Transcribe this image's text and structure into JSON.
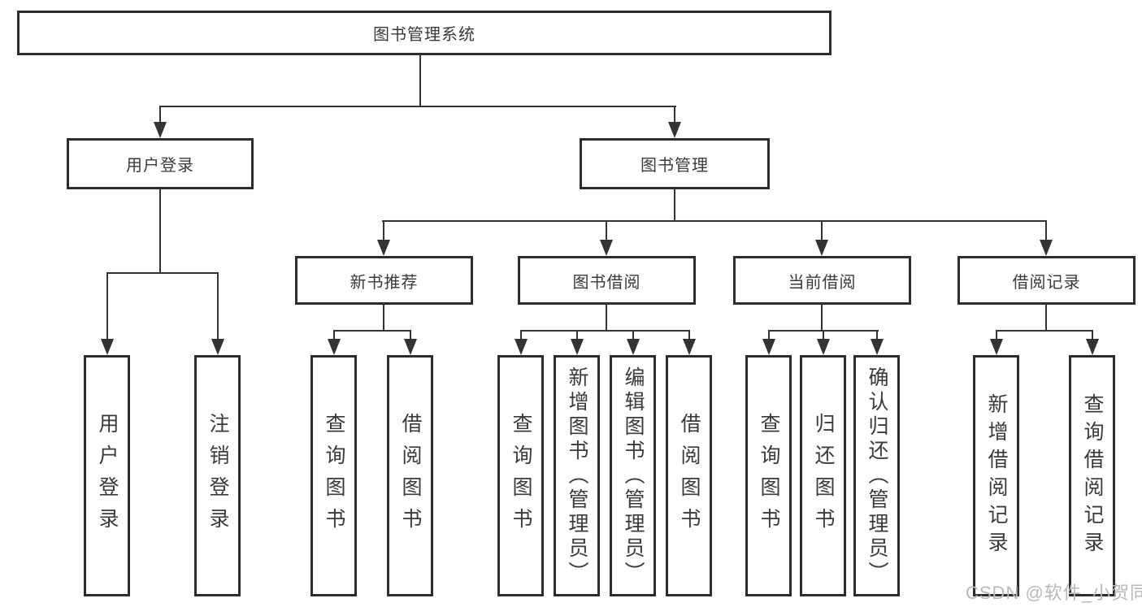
{
  "page": {
    "watermark": "CSDN @软件_小贺同学",
    "background_color": "#ffffff"
  },
  "colors": {
    "box_border": "#2d2d2d",
    "connector_line": "#333333",
    "text": "#3a3a3a",
    "watermark_text": "#b9b9b9"
  },
  "tree": {
    "root": {
      "label": "图书管理系统",
      "children": [
        {
          "label": "用户登录",
          "children": [
            {
              "label": "用户登录"
            },
            {
              "label": "注销登录"
            }
          ]
        },
        {
          "label": "图书管理",
          "children": [
            {
              "label": "新书推荐",
              "children": [
                {
                  "label": "查询图书"
                },
                {
                  "label": "借阅图书"
                }
              ]
            },
            {
              "label": "图书借阅",
              "children": [
                {
                  "label": "查询图书"
                },
                {
                  "label": "新增图书（管理员）"
                },
                {
                  "label": "编辑图书（管理员）"
                },
                {
                  "label": "借阅图书"
                }
              ]
            },
            {
              "label": "当前借阅",
              "children": [
                {
                  "label": "查询图书"
                },
                {
                  "label": "归还图书"
                },
                {
                  "label": "确认归还（管理员）"
                }
              ]
            },
            {
              "label": "借阅记录",
              "children": [
                {
                  "label": "新增借阅记录"
                },
                {
                  "label": "查询借阅记录"
                }
              ]
            }
          ]
        }
      ]
    }
  }
}
